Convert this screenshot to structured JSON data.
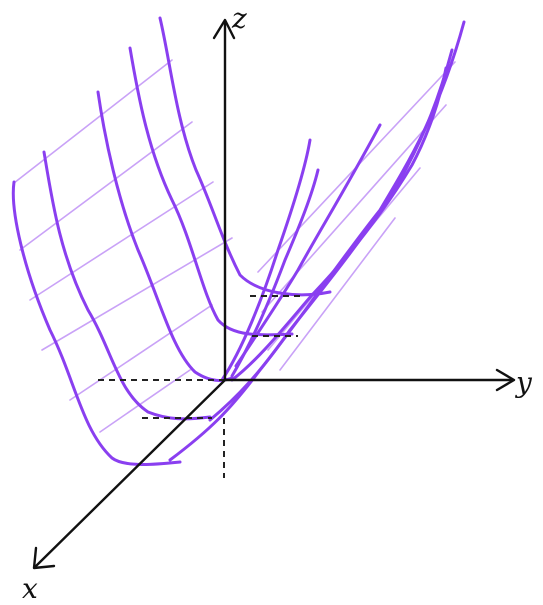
{
  "axes": {
    "x_label": "x",
    "y_label": "y",
    "z_label": "z"
  },
  "colors": {
    "axis": "#111111",
    "surface_stroke": "#8a3ff0",
    "surface_mesh": "#c9a2f7",
    "guide": "#222222"
  }
}
